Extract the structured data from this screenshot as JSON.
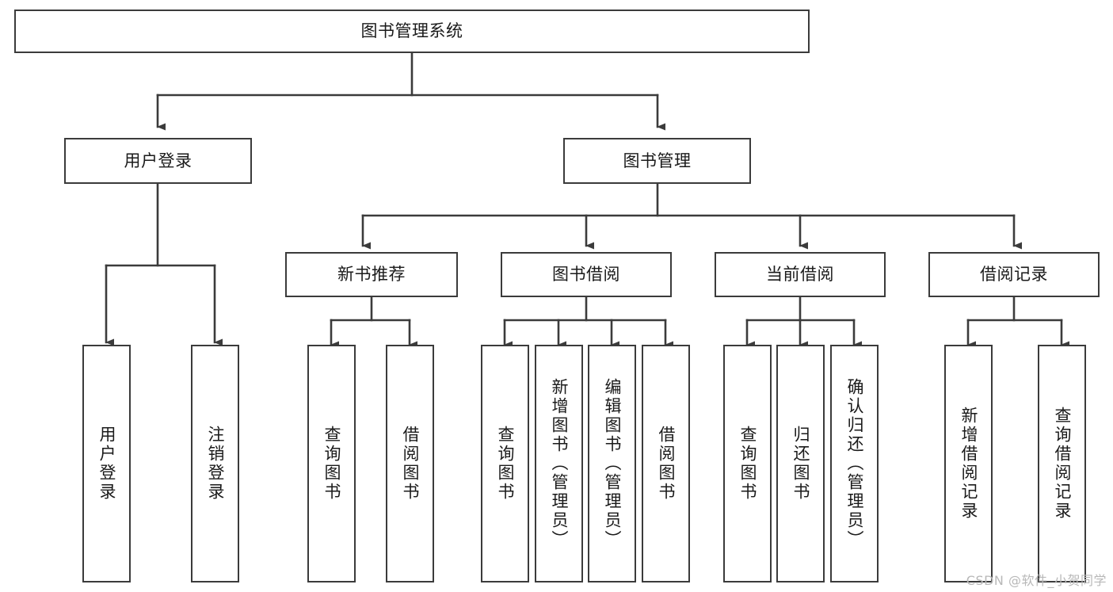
{
  "diagram": {
    "type": "tree-hierarchy",
    "title": "图书管理系统",
    "orientation": "top-down",
    "colors": {
      "stroke": "#3b3b3b",
      "box_fill": "#ffffff",
      "text": "#1a1a1a",
      "watermark": "#b8b8b8",
      "background": "#ffffff"
    },
    "root": {
      "label": "图书管理系统",
      "text_orientation": "horizontal"
    },
    "level2": [
      {
        "label": "用户登录",
        "text_orientation": "horizontal"
      },
      {
        "label": "图书管理",
        "text_orientation": "horizontal"
      }
    ],
    "level3": [
      {
        "label": "新书推荐",
        "text_orientation": "horizontal",
        "parent": "图书管理"
      },
      {
        "label": "图书借阅",
        "text_orientation": "horizontal",
        "parent": "图书管理"
      },
      {
        "label": "当前借阅",
        "text_orientation": "horizontal",
        "parent": "图书管理"
      },
      {
        "label": "借阅记录",
        "text_orientation": "horizontal",
        "parent": "图书管理"
      }
    ],
    "leaves": {
      "user_login": [
        {
          "label": "用户登录",
          "text_orientation": "vertical"
        },
        {
          "label": "注销登录",
          "text_orientation": "vertical"
        }
      ],
      "new_book_recommend": [
        {
          "label": "查询图书",
          "text_orientation": "vertical"
        },
        {
          "label": "借阅图书",
          "text_orientation": "vertical"
        }
      ],
      "book_borrow": [
        {
          "label": "查询图书",
          "text_orientation": "vertical"
        },
        {
          "label": "新增图书（管理员）",
          "text_orientation": "vertical"
        },
        {
          "label": "编辑图书（管理员）",
          "text_orientation": "vertical"
        },
        {
          "label": "借阅图书",
          "text_orientation": "vertical"
        }
      ],
      "current_borrow": [
        {
          "label": "查询图书",
          "text_orientation": "vertical"
        },
        {
          "label": "归还图书",
          "text_orientation": "vertical"
        },
        {
          "label": "确认归还（管理员）",
          "text_orientation": "vertical"
        }
      ],
      "borrow_record": [
        {
          "label": "新增借阅记录",
          "text_orientation": "vertical"
        },
        {
          "label": "查询借阅记录",
          "text_orientation": "vertical"
        }
      ]
    },
    "watermark": "CSDN @软件_小贺同学"
  }
}
